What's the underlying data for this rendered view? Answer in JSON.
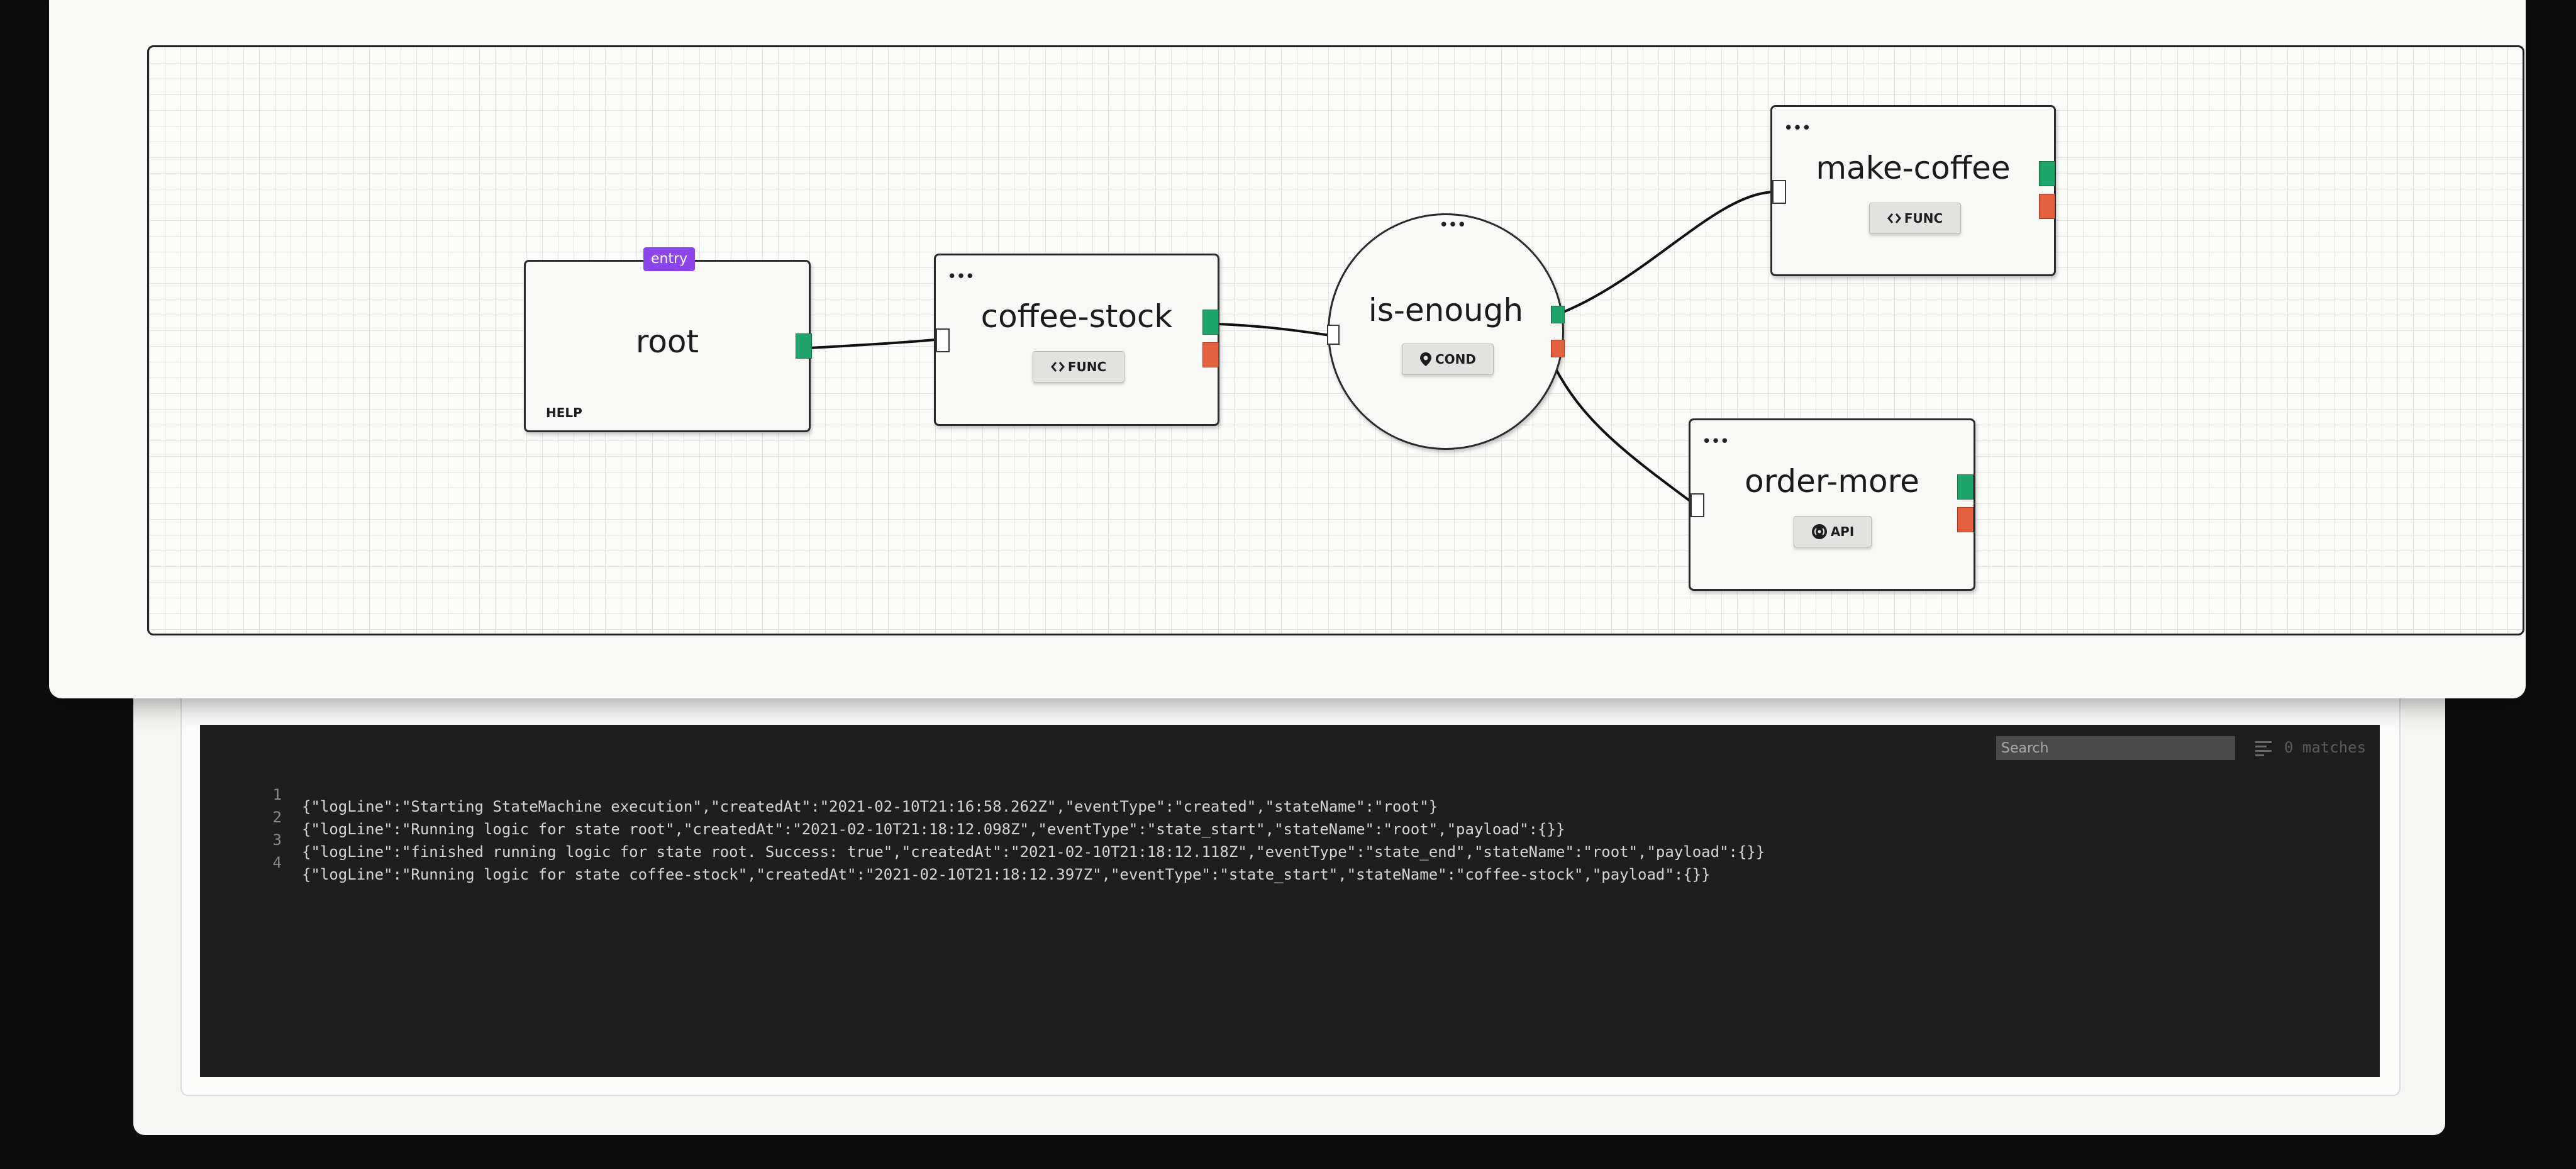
{
  "theme": {
    "success_port_color": "#1fa46a",
    "error_port_color": "#e4613f",
    "entry_tag_color": "#8b45ea"
  },
  "canvas": {
    "nodes": {
      "root": {
        "title": "root",
        "entry_label": "entry",
        "help_label": "HELP"
      },
      "coffee_stock": {
        "title": "coffee-stock",
        "menu_label": "•••",
        "badge": {
          "label": "FUNC",
          "icon": "code-brackets-icon"
        }
      },
      "is_enough": {
        "title": "is-enough",
        "menu_label": "•••",
        "badge": {
          "label": "COND",
          "icon": "map-pin-icon"
        }
      },
      "make_coffee": {
        "title": "make-coffee",
        "menu_label": "•••",
        "badge": {
          "label": "FUNC",
          "icon": "code-brackets-icon"
        }
      },
      "order_more": {
        "title": "order-more",
        "menu_label": "•••",
        "badge": {
          "label": "API",
          "icon": "broadcast-icon"
        }
      }
    }
  },
  "logs": {
    "search_placeholder": "Search",
    "match_count": "0 matches",
    "lines": [
      {
        "number": "1",
        "text": "{\"logLine\":\"Starting StateMachine execution\",\"createdAt\":\"2021-02-10T21:16:58.262Z\",\"eventType\":\"created\",\"stateName\":\"root\"}"
      },
      {
        "number": "2",
        "text": "{\"logLine\":\"Running logic for state root\",\"createdAt\":\"2021-02-10T21:18:12.098Z\",\"eventType\":\"state_start\",\"stateName\":\"root\",\"payload\":{}}"
      },
      {
        "number": "3",
        "text": "{\"logLine\":\"finished running logic for state root. Success: true\",\"createdAt\":\"2021-02-10T21:18:12.118Z\",\"eventType\":\"state_end\",\"stateName\":\"root\",\"payload\":{}}"
      },
      {
        "number": "4",
        "text": "{\"logLine\":\"Running logic for state coffee-stock\",\"createdAt\":\"2021-02-10T21:18:12.397Z\",\"eventType\":\"state_start\",\"stateName\":\"coffee-stock\",\"payload\":{}}"
      }
    ]
  }
}
